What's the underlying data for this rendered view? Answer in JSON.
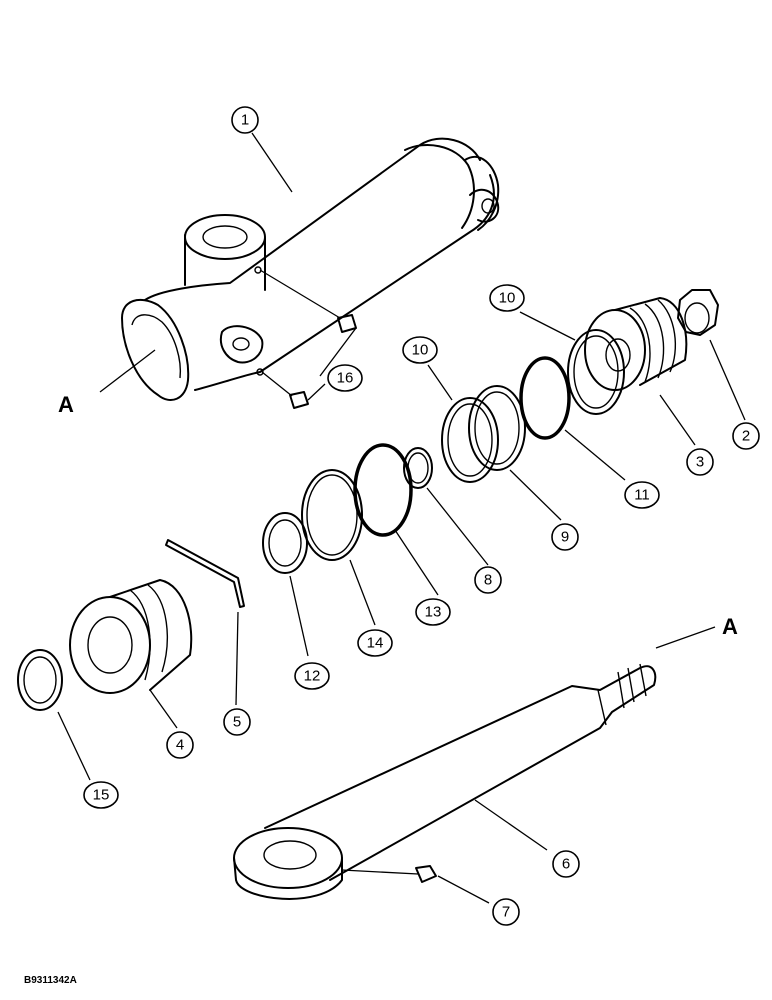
{
  "callouts": [
    {
      "id": "1",
      "label": "1"
    },
    {
      "id": "2",
      "label": "2"
    },
    {
      "id": "3",
      "label": "3"
    },
    {
      "id": "4",
      "label": "4"
    },
    {
      "id": "5",
      "label": "5"
    },
    {
      "id": "6",
      "label": "6"
    },
    {
      "id": "7",
      "label": "7"
    },
    {
      "id": "8",
      "label": "8"
    },
    {
      "id": "9",
      "label": "9"
    },
    {
      "id": "10a",
      "label": "10"
    },
    {
      "id": "10b",
      "label": "10"
    },
    {
      "id": "11",
      "label": "11"
    },
    {
      "id": "12",
      "label": "12"
    },
    {
      "id": "13",
      "label": "13"
    },
    {
      "id": "14",
      "label": "14"
    },
    {
      "id": "15",
      "label": "15"
    },
    {
      "id": "16",
      "label": "16"
    }
  ],
  "letters": {
    "a_top": "A",
    "a_bottom": "A"
  },
  "figure_code": "B9311342A"
}
